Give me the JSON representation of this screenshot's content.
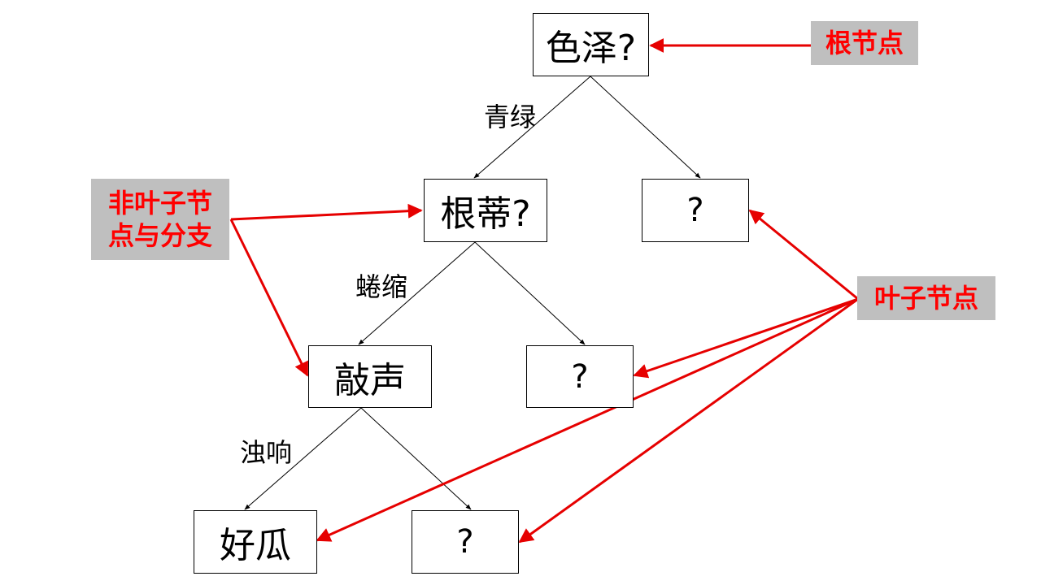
{
  "nodes": {
    "root": "色泽?",
    "n_gendi": "根蒂?",
    "n_right1": "?",
    "n_qiaosheng": "敲声",
    "n_right2": "?",
    "n_haogua": "好瓜",
    "n_right3": "?"
  },
  "edge_labels": {
    "e1": "青绿",
    "e2": "蜷缩",
    "e3": "浊响"
  },
  "callouts": {
    "root_node": "根节点",
    "internal_node": "非叶子节点与分支",
    "leaf_node": "叶子节点"
  },
  "colors": {
    "annotation": "#e60000",
    "callout_bg": "#bfbfbf",
    "tree_line": "#000000"
  }
}
